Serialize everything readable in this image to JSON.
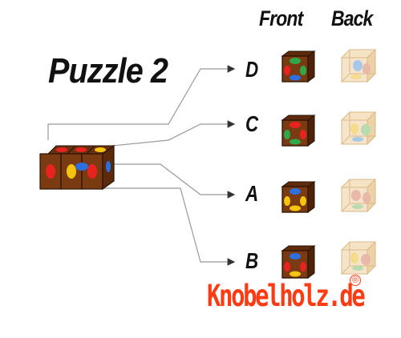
{
  "header": {
    "front_label": "Front",
    "back_label": "Back"
  },
  "puzzle": {
    "title": "Puzzle 2"
  },
  "options": [
    {
      "label": "D",
      "front_icon": "cube-front-d-icon",
      "back_icon": "cube-back-d-icon"
    },
    {
      "label": "C",
      "front_icon": "cube-front-c-icon",
      "back_icon": "cube-back-c-icon"
    },
    {
      "label": "A",
      "front_icon": "cube-front-a-icon",
      "back_icon": "cube-back-a-icon"
    },
    {
      "label": "B",
      "front_icon": "cube-front-b-icon",
      "back_icon": "cube-back-b-icon"
    }
  ],
  "brand": {
    "name": "Knobelholz.de",
    "registered_mark": "®"
  },
  "colors": {
    "wood": "#7a3b12",
    "wood_dark": "#3b1a06",
    "red": "#e8231f",
    "green": "#2fa84a",
    "blue": "#2e6fe0",
    "yellow": "#f4c40f",
    "brand": "#ff3b14"
  }
}
